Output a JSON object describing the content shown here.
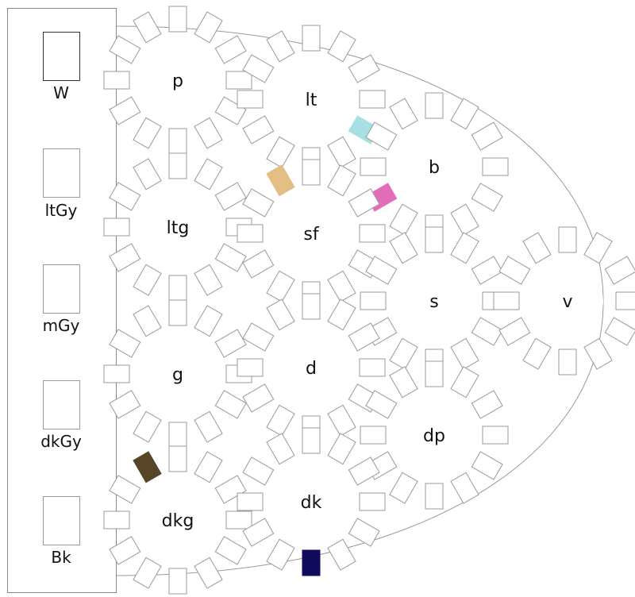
{
  "legend": {
    "items": [
      {
        "label": "W"
      },
      {
        "label": "ltGy"
      },
      {
        "label": "mGy"
      },
      {
        "label": "dkGy"
      },
      {
        "label": "Bk"
      }
    ]
  },
  "tables": [
    {
      "label": "p"
    },
    {
      "label": "lt",
      "highlight": {
        "seat": 4,
        "color": "#a8dfe2"
      }
    },
    {
      "label": "b",
      "highlight": {
        "seat": 8,
        "color": "#e46db9"
      }
    },
    {
      "label": "ltg"
    },
    {
      "label": "sf",
      "highlight": {
        "seat": 11,
        "color": "#e4bf84"
      }
    },
    {
      "label": "s"
    },
    {
      "label": "v"
    },
    {
      "label": "g"
    },
    {
      "label": "d"
    },
    {
      "label": "dp"
    },
    {
      "label": "dkg",
      "highlight": {
        "seat": 11,
        "color": "#564527"
      }
    },
    {
      "label": "dk",
      "highlight": {
        "seat": 6,
        "color": "#110b5b"
      }
    }
  ],
  "seats_per_table": 12,
  "colors": {
    "outline": "#999999",
    "background": "#ffffff"
  }
}
